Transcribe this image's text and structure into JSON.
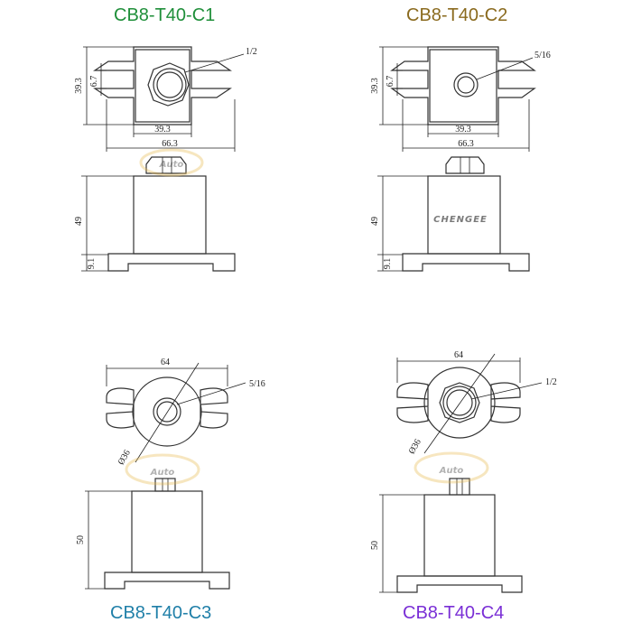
{
  "models": [
    {
      "name": "CB8-T40-C1",
      "color": "#1f8f3a"
    },
    {
      "name": "CB8-T40-C2",
      "color": "#8a6a1e"
    },
    {
      "name": "CB8-T40-C3",
      "color": "#1f7fa8"
    },
    {
      "name": "CB8-T40-C4",
      "color": "#7a2fd6"
    }
  ],
  "c1": {
    "thread": "1/2",
    "dim_height": "39.3",
    "dim_slot": "6.7",
    "dim_inner": "39.3",
    "dim_width": "66.3",
    "dim_body": "49",
    "dim_base": "9.1"
  },
  "c2": {
    "thread": "5/16",
    "dim_height": "39.3",
    "dim_slot": "6.7",
    "dim_inner": "39.3",
    "dim_width": "66.3",
    "dim_body": "49",
    "dim_base": "9.1"
  },
  "c3": {
    "thread": "5/16",
    "dim_width": "64",
    "dim_dia": "Ø36",
    "dim_body": "50"
  },
  "c4": {
    "thread": "1/2",
    "dim_width": "64",
    "dim_dia": "Ø36",
    "dim_body": "50"
  },
  "watermarks": {
    "auto": "Auto",
    "brand": "CHENGEE"
  }
}
